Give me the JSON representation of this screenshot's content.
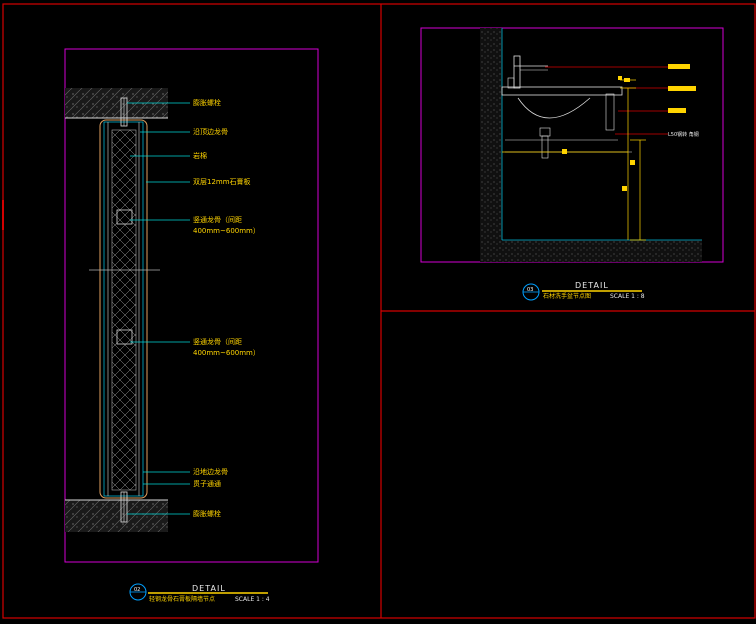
{
  "colors": {
    "frame": "#d40000",
    "viewport": "#d400d4",
    "label": "#ffd400",
    "leader": "#00d4d4",
    "hatch": "#7a7a7a",
    "dim": "#ffd400",
    "cyan": "#00b4d4"
  },
  "left_detail": {
    "labels": [
      "膨胀螺栓",
      "沿顶边龙骨",
      "岩棉",
      "双层12mm石膏板",
      "竖通龙骨（间距",
      "400mm~600mm）",
      "竖通龙骨（间距",
      "400mm~600mm）",
      "沿地边龙骨",
      "贯子通通",
      "膨胀螺栓"
    ],
    "title": {
      "number": "02",
      "heading": "DETAIL",
      "caption": "轻钢龙骨石膏板隔墙节点",
      "scale": "SCALE 1 : 4"
    }
  },
  "right_detail": {
    "small_label": "L50钢转 角钢",
    "title": {
      "number": "03",
      "heading": "DETAIL",
      "caption": "石材洗手盆节点图",
      "scale": "SCALE 1 : 8"
    }
  }
}
